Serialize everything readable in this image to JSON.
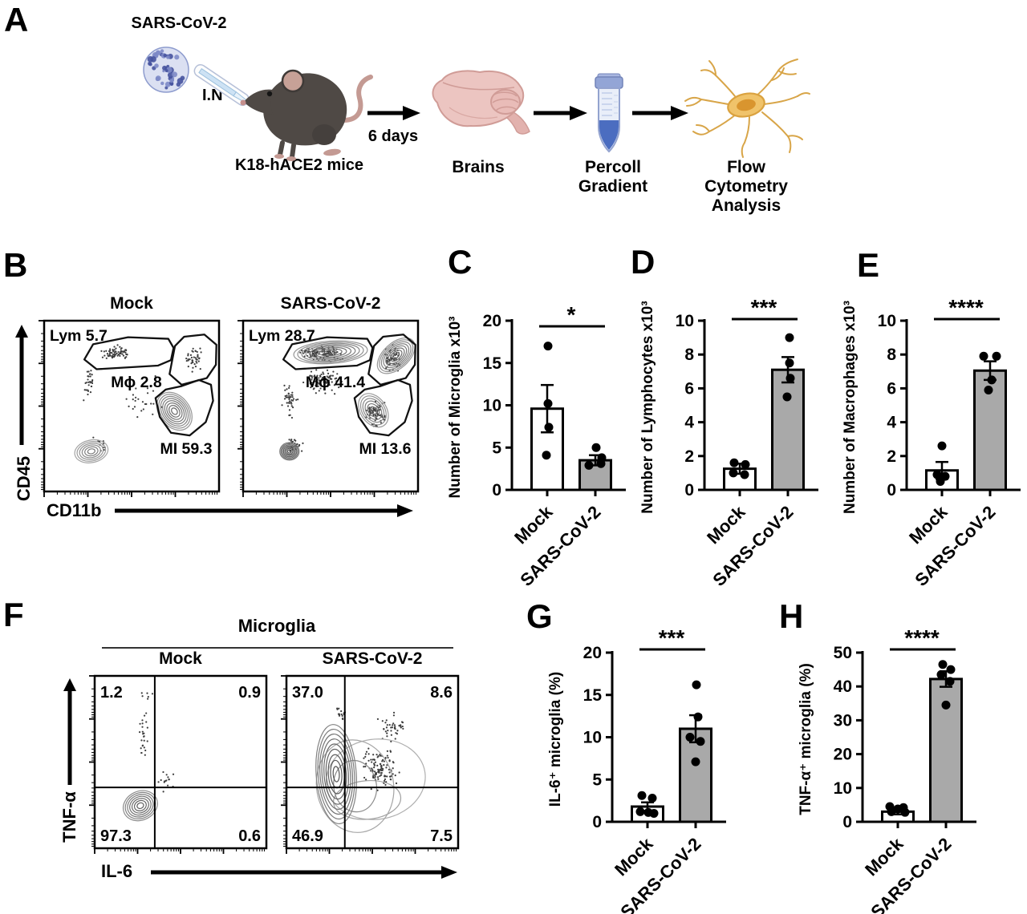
{
  "colors": {
    "bar_mock": "#ffffff",
    "bar_sars": "#a9a9a9",
    "ink": "#000000",
    "contour": "#5a5a5a"
  },
  "panel_labels": {
    "a": "A",
    "b": "B",
    "c": "C",
    "d": "D",
    "e": "E",
    "f": "F",
    "g": "G",
    "h": "H"
  },
  "panel_a": {
    "virus_label": "SARS-CoV-2",
    "route_label": "I.N",
    "mouse_label": "K18-hACE2 mice",
    "duration_label": "6 days",
    "brain_label": "Brains",
    "gradient_label_1": "Percoll",
    "gradient_label_2": "Gradient",
    "flow_label_1": "Flow",
    "flow_label_2": "Cytometry",
    "flow_label_3": "Analysis",
    "icons": [
      "virus-icon",
      "pipette-icon",
      "mouse-icon",
      "arrow-icon",
      "brain-icon",
      "tube-icon",
      "microglia-icon"
    ]
  },
  "panel_b": {
    "x_axis": "CD11b",
    "y_axis": "CD45",
    "plots": [
      {
        "title": "Mock",
        "gate_labels": [
          "Lym 5.7",
          "Mϕ 2.8",
          "MI 59.3"
        ]
      },
      {
        "title": "SARS-CoV-2",
        "gate_labels": [
          "Lym 28.7",
          "Mϕ 41.4",
          "MI 13.6"
        ]
      }
    ]
  },
  "panel_f": {
    "group_title": "Microglia",
    "x_axis": "IL-6",
    "y_axis": "TNF-α",
    "plots": [
      {
        "title": "Mock",
        "quadrants": {
          "top_left": "1.2",
          "top_right": "0.9",
          "bottom_left": "97.3",
          "bottom_right": "0.6"
        }
      },
      {
        "title": "SARS-CoV-2",
        "quadrants": {
          "top_left": "37.0",
          "top_right": "8.6",
          "bottom_left": "46.9",
          "bottom_right": "7.5"
        }
      }
    ]
  },
  "chart_data": [
    {
      "panel": "C",
      "type": "bar",
      "ylabel": "Number of Microglia x10³",
      "ylim": [
        0,
        20
      ],
      "yticks": [
        0,
        5,
        10,
        15,
        20
      ],
      "categories": [
        "Mock",
        "SARS-CoV-2"
      ],
      "values": [
        9.6,
        3.5
      ],
      "sem": [
        2.8,
        0.6
      ],
      "points": [
        [
          [
            17.0,
            1
          ],
          [
            10.2,
            1
          ],
          [
            7.4,
            2
          ],
          [
            4.1,
            -1
          ]
        ],
        [
          [
            5.0,
            1
          ],
          [
            3.8,
            8
          ],
          [
            3.1,
            7
          ],
          [
            2.9,
            -8
          ]
        ]
      ],
      "significance": "*"
    },
    {
      "panel": "D",
      "type": "bar",
      "ylabel": "Number of Lymphocytes x10³",
      "ylim": [
        0,
        10
      ],
      "yticks": [
        0,
        2,
        4,
        6,
        8,
        10
      ],
      "categories": [
        "Mock",
        "SARS-CoV-2"
      ],
      "values": [
        1.25,
        7.1
      ],
      "sem": [
        0.3,
        0.75
      ],
      "points": [
        [
          [
            1.6,
            -7
          ],
          [
            1.5,
            7
          ],
          [
            1.0,
            -8
          ],
          [
            0.9,
            6
          ]
        ],
        [
          [
            9.0,
            2
          ],
          [
            7.5,
            2
          ],
          [
            6.6,
            3
          ],
          [
            5.5,
            -1
          ]
        ]
      ],
      "significance": "***"
    },
    {
      "panel": "E",
      "type": "bar",
      "ylabel": "Number of Macrophages x10³",
      "ylim": [
        0,
        10
      ],
      "yticks": [
        0,
        2,
        4,
        6,
        8,
        10
      ],
      "categories": [
        "Mock",
        "SARS-CoV-2"
      ],
      "values": [
        1.15,
        7.05
      ],
      "sem": [
        0.5,
        0.55
      ],
      "points": [
        [
          [
            2.6,
            0
          ],
          [
            0.9,
            -6
          ],
          [
            0.8,
            4
          ],
          [
            0.5,
            -2
          ]
        ],
        [
          [
            7.9,
            -8
          ],
          [
            7.9,
            8
          ],
          [
            6.5,
            2
          ],
          [
            5.9,
            -2
          ]
        ]
      ],
      "significance": "****"
    },
    {
      "panel": "G",
      "type": "bar",
      "ylabel": "IL-6⁺ microglia (%)",
      "ylim": [
        0,
        20
      ],
      "yticks": [
        0,
        5,
        10,
        15,
        20
      ],
      "categories": [
        "Mock",
        "SARS-CoV-2"
      ],
      "values": [
        1.8,
        11.0
      ],
      "sem": [
        0.5,
        1.6
      ],
      "points": [
        [
          [
            3.1,
            -7
          ],
          [
            2.8,
            6
          ],
          [
            1.2,
            -9
          ],
          [
            1.1,
            1
          ],
          [
            1.0,
            8
          ]
        ],
        [
          [
            16.2,
            1
          ],
          [
            12.4,
            3
          ],
          [
            10.0,
            -7
          ],
          [
            9.5,
            6
          ],
          [
            7.1,
            0
          ]
        ]
      ],
      "significance": "***"
    },
    {
      "panel": "H",
      "type": "bar",
      "ylabel": "TNF-α⁺ microglia (%)",
      "ylim": [
        0,
        50
      ],
      "yticks": [
        0,
        10,
        20,
        30,
        40,
        50
      ],
      "categories": [
        "Mock",
        "SARS-CoV-2"
      ],
      "values": [
        3.0,
        42.2
      ],
      "sem": [
        0.8,
        2.3
      ],
      "points": [
        [
          [
            4.5,
            -10
          ],
          [
            4.2,
            7
          ],
          [
            3.8,
            0
          ],
          [
            3.0,
            -8
          ],
          [
            2.8,
            9
          ]
        ],
        [
          [
            46.5,
            -4
          ],
          [
            45.0,
            6
          ],
          [
            43.5,
            -6
          ],
          [
            41.5,
            5
          ],
          [
            34.5,
            0
          ]
        ]
      ],
      "significance": "****"
    }
  ]
}
